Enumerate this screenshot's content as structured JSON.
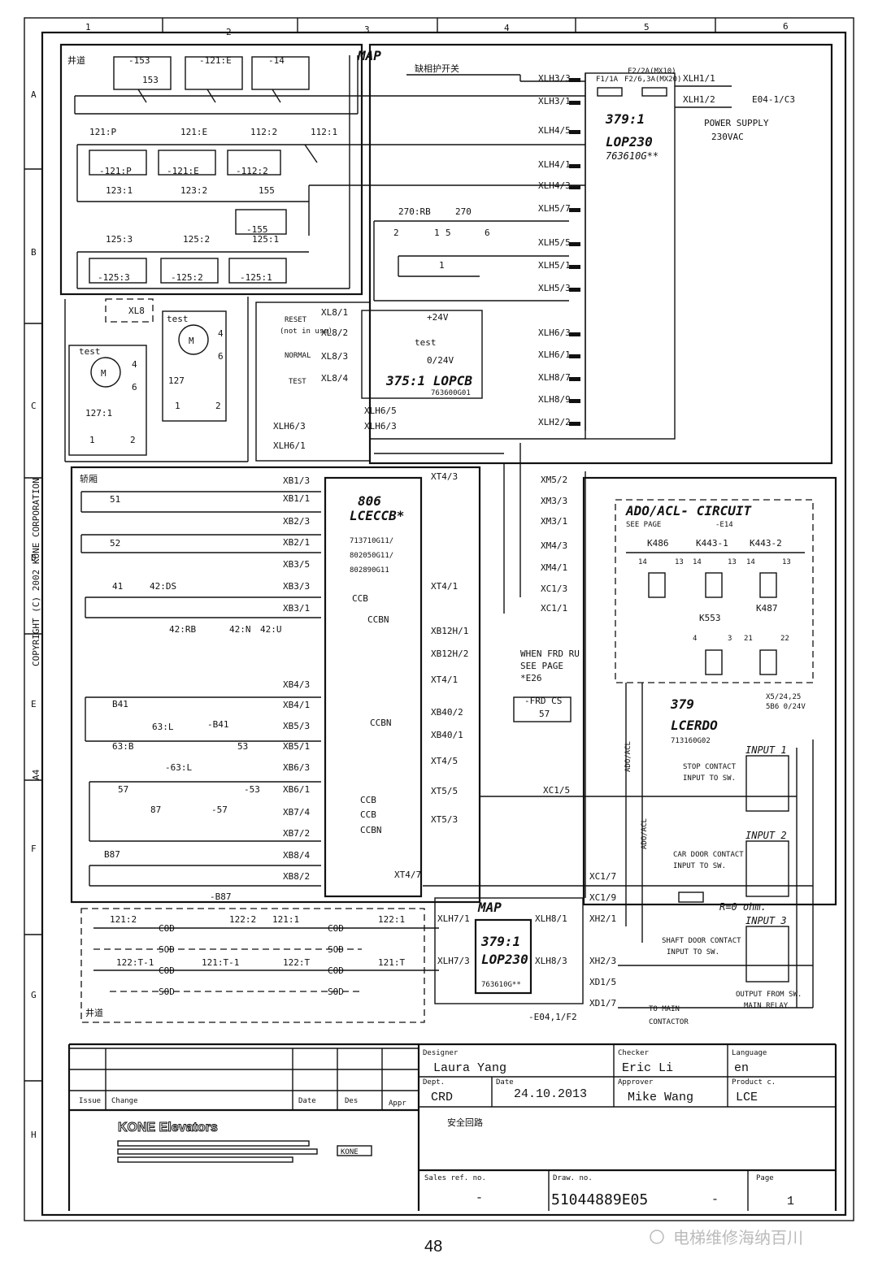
{
  "grid": {
    "columns": [
      "1",
      "2",
      "3",
      "4",
      "5",
      "6"
    ],
    "rows": [
      "A",
      "B",
      "C",
      "D",
      "E",
      "F",
      "G",
      "H"
    ]
  },
  "copyright": "COPYRIGHT (C) 2002 KONE CORPORATION",
  "sheet_size": "A4",
  "sections": {
    "hoistway_top": "井道",
    "map_top": "MAP",
    "car": "轿厢",
    "hoistway_bottom": "井道",
    "map_bottom": "MAP",
    "phase_switch": "缺相护开关"
  },
  "switches_top": {
    "row1": [
      "-153",
      "-121:E",
      "-14",
      "153"
    ],
    "row2": [
      "121:P",
      "121:E",
      "112:2",
      "112:1",
      "-121:P",
      "-121:E",
      "-112:2"
    ],
    "row3": [
      "123:1",
      "123:2",
      "155",
      "-155"
    ],
    "row4": [
      "125:3",
      "125:2",
      "125:1",
      "-125:3",
      "-125:2",
      "-125:1"
    ]
  },
  "connectors_right": [
    "XLH3/3",
    "XLH3/1",
    "XLH4/5",
    "XLH4/1",
    "XLH4/3",
    "XLH5/7",
    "XLH5/5",
    "XLH5/1",
    "XLH5/3",
    "XLH6/3",
    "XLH6/1",
    "XLH8/7",
    "XLH8/9",
    "XLH2/2"
  ],
  "lop_top": {
    "fuse1": "F1/1A",
    "fuse2a": "F2/2A(MX10)",
    "fuse2b": "F2/6,3A(MX20)",
    "id": "379:1",
    "name": "LOP230",
    "code": "763610G**",
    "xlh1_1": "XLH1/1",
    "xlh1_2": "XLH1/2",
    "ref": "E04-1/C3",
    "power": "POWER SUPPLY",
    "voltage": "230VAC"
  },
  "rb270": {
    "a": "270:RB",
    "b": "270",
    "n2": "2",
    "n1": "1",
    "n5": "5",
    "n6": "6",
    "n1b": "1"
  },
  "motor_area": {
    "xl8": "XL8",
    "test1": "test",
    "test2": "test",
    "m": "M",
    "n127": "127",
    "n127_1": "127:1",
    "n4a": "4",
    "n6a": "6",
    "n4b": "4",
    "n6b": "6",
    "p1a": "1",
    "p2a": "2",
    "p1b": "1",
    "p2b": "2"
  },
  "lopcb": {
    "reset": "RESET",
    "not_in_use": "(not in use)",
    "normal": "NORMAL",
    "test": "TEST",
    "xl8_1": "XL8/1",
    "xl8_2": "XL8/2",
    "xl8_3": "XL8/3",
    "xl8_4": "XL8/4",
    "plus24": "+24V",
    "zero24": "0/24V",
    "test_sw": "test",
    "id": "375:1 LOPCB",
    "code": "763600G01",
    "xlh6_5": "XLH6/5",
    "xlh6_3a": "XLH6/3",
    "xlh6_3b": "XLH6/3",
    "xlh6_1": "XLH6/1"
  },
  "car_switches": [
    "51",
    "52",
    "41",
    "42:DS",
    "42:RB",
    "42:N",
    "42:U",
    "B41",
    "-B41",
    "63:L",
    "63:B",
    "-63:L",
    "53",
    "-53",
    "57",
    "-57",
    "87",
    "B87",
    "-B87"
  ],
  "lceccb": {
    "id": "806",
    "name": "LCECCB*",
    "codes": [
      "713710G11/",
      "802050G11/",
      "802890G11"
    ],
    "left_terms": [
      "XB1/3",
      "XB1/1",
      "XB2/3",
      "XB2/1",
      "XB3/5",
      "XB3/3",
      "XB3/1",
      "XB4/3",
      "XB4/1",
      "XB5/3",
      "XB5/1",
      "XB6/3",
      "XB6/1",
      "XB7/4",
      "XB7/2",
      "XB8/4",
      "XB8/2"
    ],
    "right_terms": [
      "XT4/3",
      "XT4/1",
      "XB12H/1",
      "XB12H/2",
      "XT4/1",
      "XB40/2",
      "XB40/1",
      "XT4/5",
      "XT5/5",
      "XT5/3",
      "XT4/7"
    ],
    "ccb": [
      "CCB",
      "CCBN",
      "CCBN",
      "CCB",
      "CCB",
      "CCBN"
    ]
  },
  "frd": {
    "note1": "WHEN FRD RU",
    "note2": "SEE PAGE",
    "note3": "*E26",
    "sw": "-FRD CS",
    "n57": "57"
  },
  "xm_terms": [
    "XM5/2",
    "XM3/3",
    "XM3/1",
    "XM4/3",
    "XM4/1",
    "XC1/3",
    "XC1/1"
  ],
  "ado": {
    "title": "ADO/ACL- CIRCUIT",
    "see": "SEE PAGE",
    "page": "-E14",
    "relays": [
      "K486",
      "K443-1",
      "K443-2",
      "K553",
      "K487"
    ],
    "pins": [
      "14",
      "13",
      "14",
      "13",
      "14",
      "13",
      "4",
      "3",
      "21",
      "22"
    ],
    "ado_acl1": "ADO/ACL",
    "ado_acl2": "ADO/ACL"
  },
  "lcerdo": {
    "id": "379",
    "name": "LCERDO",
    "code": "713160G02",
    "x5": "X5/24,25",
    "x5b": "5B6 0/24V",
    "input1": "INPUT 1",
    "input2": "INPUT 2",
    "input3": "INPUT 3",
    "stop1": "STOP CONTACT",
    "stop2": "INPUT TO SW.",
    "car1": "CAR DOOR CONTACT",
    "car2": "INPUT TO SW.",
    "shaft1": "SHAFT DOOR CONTACT",
    "shaft2": "INPUT TO SW.",
    "out1": "OUTPUT FROM SW.",
    "out2": "MAIN RELAY",
    "r0": "R=0 ohm.",
    "xc1_5": "XC1/5",
    "xc1_7": "XC1/7",
    "xc1_9": "XC1/9",
    "xh2_1": "XH2/1",
    "xh2_3": "XH2/3",
    "xd1_5": "XD1/5",
    "xd1_7": "XD1/7",
    "main1": "TO MAIN",
    "main2": "CONTACTOR",
    "ref": "-E04,1/F2"
  },
  "lop_bottom": {
    "id": "379:1",
    "name": "LOP230",
    "code": "763610G**",
    "xlh7_1": "XLH7/1",
    "xlh7_3": "XLH7/3",
    "xlh8_1": "XLH8/1",
    "xlh8_3": "XLH8/3"
  },
  "door_switches": [
    "121:2",
    "122:2",
    "121:1",
    "122:1",
    "122:T-1",
    "121:T-1",
    "122:T",
    "121:T",
    "COD",
    "COD",
    "COD",
    "COD",
    "SOD",
    "SOD",
    "SOD",
    "SOD"
  ],
  "title_block": {
    "designer_label": "Designer",
    "designer": "Laura Yang",
    "checker_label": "Checker",
    "checker": "Eric Li",
    "language_label": "Language",
    "language": "en",
    "dept_label": "Dept.",
    "dept": "CRD",
    "date_label": "Date",
    "date": "24.10.2013",
    "approver_label": "Approver",
    "approver": "Mike Wang",
    "product_label": "Product c.",
    "product": "LCE",
    "issue": "Issue",
    "change": "Change",
    "date2": "Date",
    "des": "Des",
    "appr": "Appr",
    "company": "KONE Elevators",
    "logo": "KONE",
    "title": "安全回路",
    "sales_label": "Sales ref. no.",
    "sales": "-",
    "draw_label": "Draw. no.",
    "draw": "51044889E05",
    "dash": "-",
    "page_label": "Page",
    "page": "1"
  },
  "page_number": "48",
  "watermark": "电梯维修海纳百川"
}
